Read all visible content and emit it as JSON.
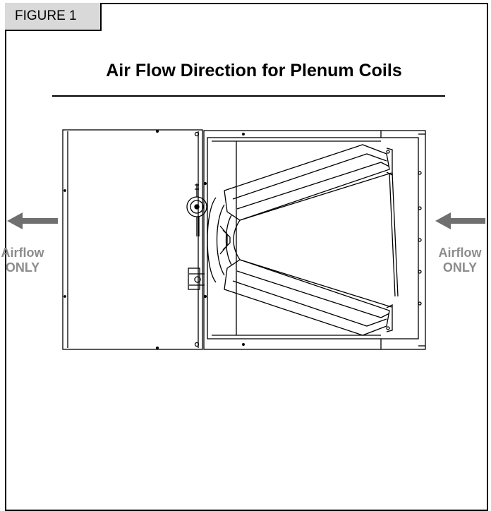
{
  "figure": {
    "tag": "FIGURE 1",
    "title": "Air Flow Direction for Plenum Coils"
  },
  "airflow": {
    "left": {
      "line1": "Airflow",
      "line2": "ONLY"
    },
    "right": {
      "line1": "Airflow",
      "line2": "ONLY"
    },
    "arrow_color": "#6f6f6f",
    "label_color": "#8c8c8c"
  }
}
